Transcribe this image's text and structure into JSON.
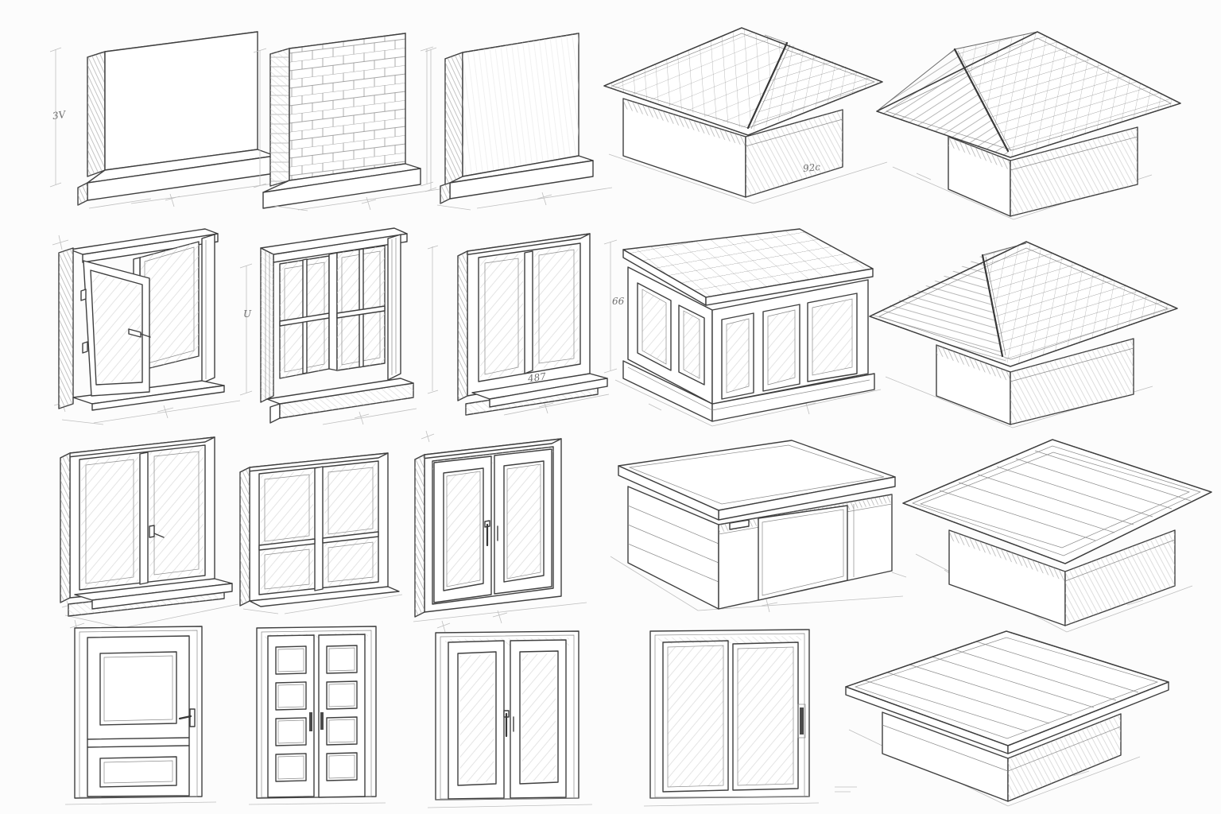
{
  "page": {
    "type": "hand-drawn architectural element sketch sheet",
    "background_color": "#fcfcfc",
    "ink_color": "#3f3f3f",
    "rows": 4,
    "columns": 5
  },
  "annotations": {
    "plain_wall_height": "3V",
    "hip_roof_width": "92c",
    "sash_window_height": "U",
    "window_width": "487",
    "sunroom_height": "66"
  },
  "sketches": [
    {
      "id": "wall-plain",
      "name": "plain wall on footing"
    },
    {
      "id": "wall-brick",
      "name": "brick wall on footing"
    },
    {
      "id": "wall-stucco",
      "name": "rendered wall on footing"
    },
    {
      "id": "roof-hip-low",
      "name": "low-pitch hip roof with tile grid"
    },
    {
      "id": "roof-hip-steep",
      "name": "steep hip roof with tile courses"
    },
    {
      "id": "window-casement-open",
      "name": "casement window with open sash"
    },
    {
      "id": "window-double-hung",
      "name": "four-pane double window"
    },
    {
      "id": "window-double-casement",
      "name": "double casement window with sill"
    },
    {
      "id": "sunroom-shed-roof",
      "name": "shed-roof sunroom with windows"
    },
    {
      "id": "roof-hip-shallow",
      "name": "shallow hip roof on shaded base"
    },
    {
      "id": "window-twin-handle",
      "name": "twin window with handle"
    },
    {
      "id": "window-four-pane",
      "name": "four-pane window"
    },
    {
      "id": "door-french-glazed",
      "name": "glazed french doors"
    },
    {
      "id": "garage-flat-roof",
      "name": "flat-roof garage with roller door"
    },
    {
      "id": "roof-flat-curb",
      "name": "flat roof with perimeter curb"
    },
    {
      "id": "door-single-panel",
      "name": "single panelled door"
    },
    {
      "id": "door-double-panel",
      "name": "double door with stacked panels"
    },
    {
      "id": "door-double-glazed",
      "name": "glazed double door"
    },
    {
      "id": "door-sliding",
      "name": "sliding patio door"
    },
    {
      "id": "roof-flat-planked",
      "name": "planked flat roof deck"
    }
  ]
}
